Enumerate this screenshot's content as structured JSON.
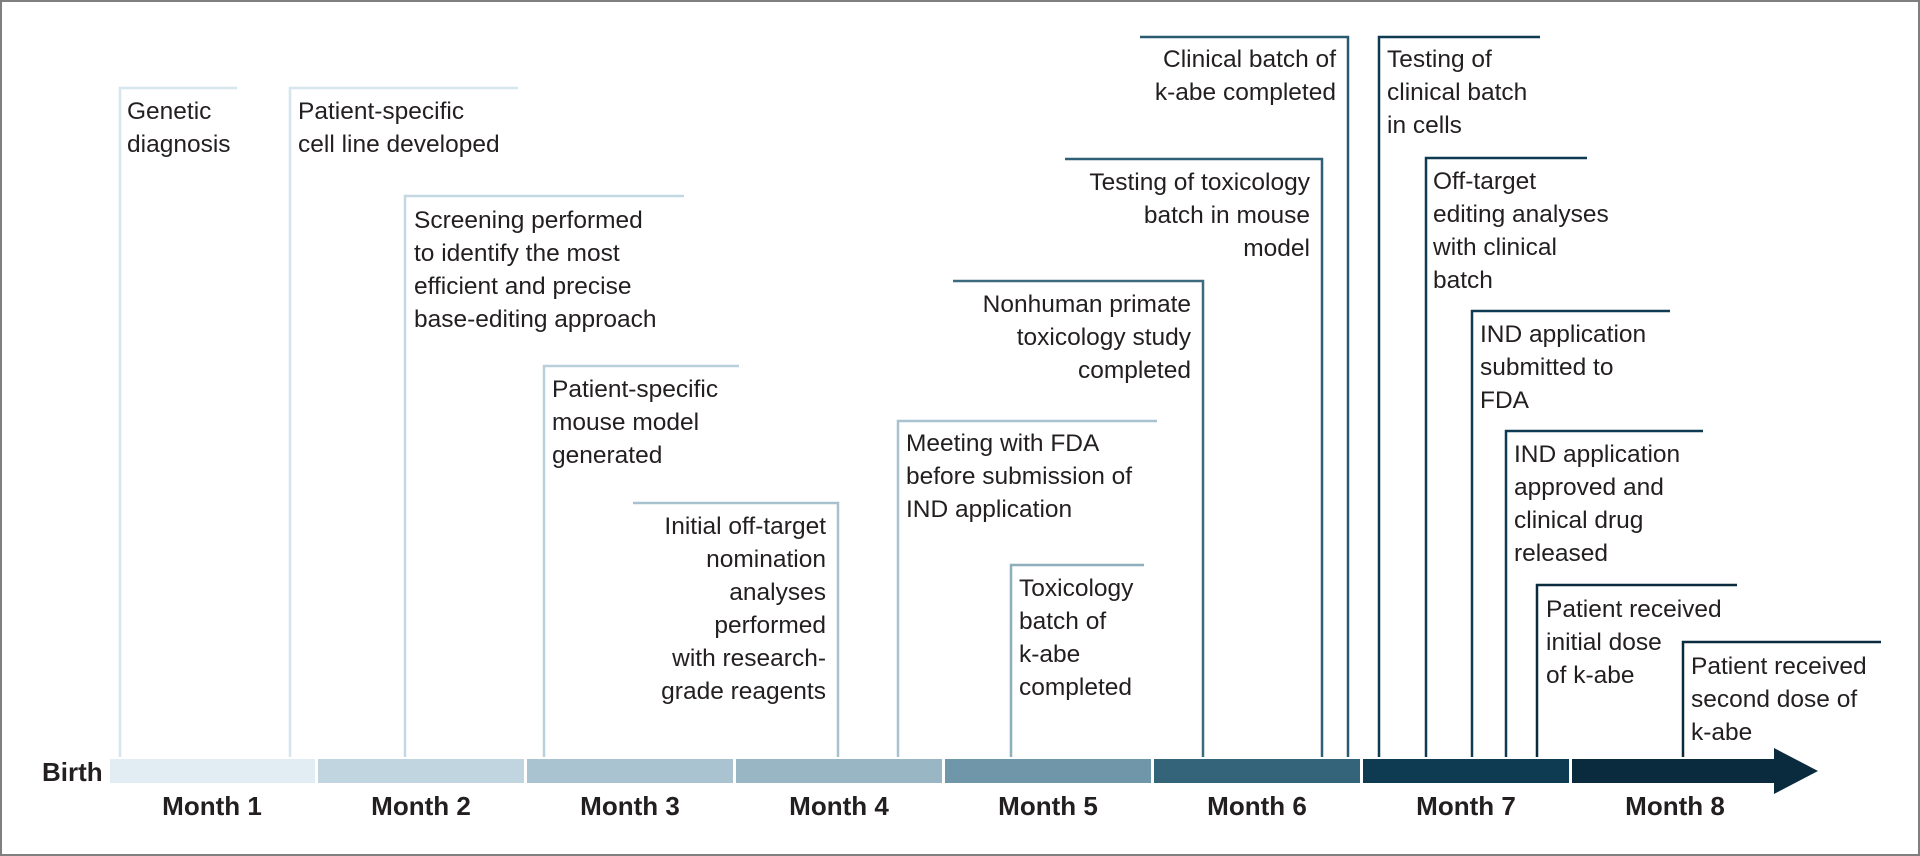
{
  "timeline": {
    "start_label": "Birth",
    "months": [
      {
        "label": "Month 1",
        "color": "#e1ecf3"
      },
      {
        "label": "Month 2",
        "color": "#c0d5e0"
      },
      {
        "label": "Month 3",
        "color": "#aac3d0"
      },
      {
        "label": "Month 4",
        "color": "#98b6c4"
      },
      {
        "label": "Month 5",
        "color": "#6f97a9"
      },
      {
        "label": "Month 6",
        "color": "#346479"
      },
      {
        "label": "Month 7",
        "color": "#0e3b52"
      },
      {
        "label": "Month 8",
        "color": "#0a2a3d"
      }
    ]
  },
  "events": [
    {
      "text": "Genetic\ndiagnosis"
    },
    {
      "text": "Patient-specific\ncell line developed"
    },
    {
      "text": "Screening performed\nto identify the most\nefficient and precise\nbase-editing approach"
    },
    {
      "text": "Patient-specific\nmouse model\ngenerated"
    },
    {
      "text": "Initial off-target\nnomination\nanalyses\nperformed\nwith research-\ngrade reagents"
    },
    {
      "text": "Meeting with FDA\nbefore submission of\nIND application"
    },
    {
      "text": "Toxicology\nbatch of\nk-abe\ncompleted"
    },
    {
      "text": "Nonhuman primate\ntoxicology study\ncompleted"
    },
    {
      "text": "Testing of toxicology\nbatch in mouse\nmodel"
    },
    {
      "text": "Clinical batch of\nk-abe completed"
    },
    {
      "text": "Testing of\nclinical batch\nin cells"
    },
    {
      "text": "Off-target\nediting analyses\nwith clinical\nbatch"
    },
    {
      "text": "IND application\nsubmitted to\nFDA"
    },
    {
      "text": "IND application\napproved and\nclinical drug\nreleased"
    },
    {
      "text": "Patient received\ninitial dose\nof k-abe"
    },
    {
      "text": "Patient received\nsecond dose of\nk-abe"
    }
  ]
}
